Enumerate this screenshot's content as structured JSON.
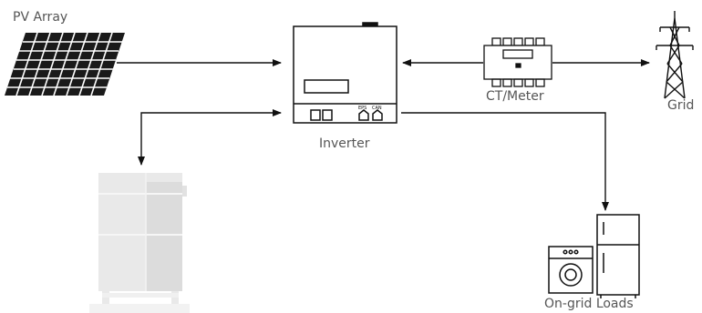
{
  "labels": {
    "pv": "PV Array",
    "inverter": "Inverter",
    "meter": "CT/Meter",
    "grid": "Grid",
    "loads": "On-grid Loads"
  },
  "inverter_ports": {
    "eps": "EPS",
    "can": "CAN"
  },
  "colors": {
    "line": "#111111",
    "panel": "#1a1a1a",
    "battery": "#e6e6e6",
    "text": "#555555"
  }
}
